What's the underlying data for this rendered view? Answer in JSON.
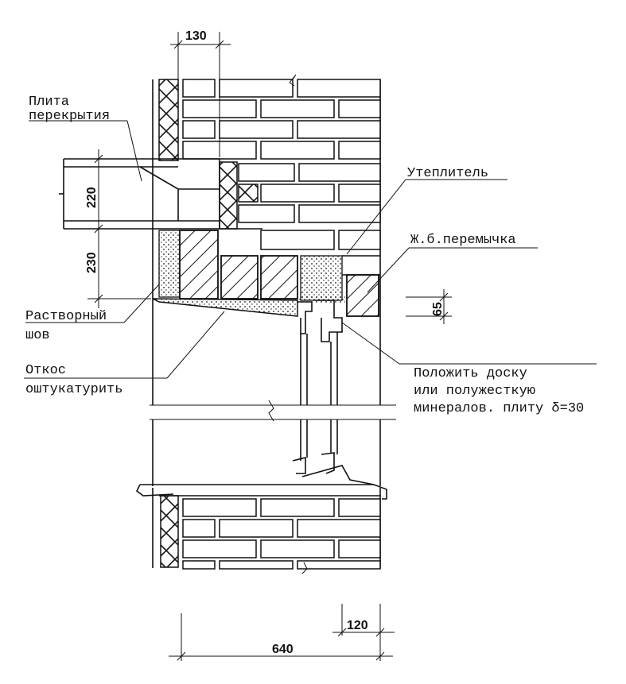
{
  "labels": {
    "slab": [
      "Плита",
      "перекрытия"
    ],
    "insulation": "Утеплитель",
    "lintel": "Ж.б.перемычка",
    "mortar_joint": [
      "Растворный",
      "шов"
    ],
    "reveal": [
      "Откос",
      "оштукатурить"
    ],
    "board": [
      "Положить доску",
      "или полужесткую",
      "минералов. плиту δ=30"
    ]
  },
  "dimensions": {
    "d130": "130",
    "d220": "220",
    "d230": "230",
    "d65": "65",
    "d120": "120",
    "d640": "640"
  },
  "colors": {
    "ink": "#111111",
    "paper": "#ffffff"
  }
}
